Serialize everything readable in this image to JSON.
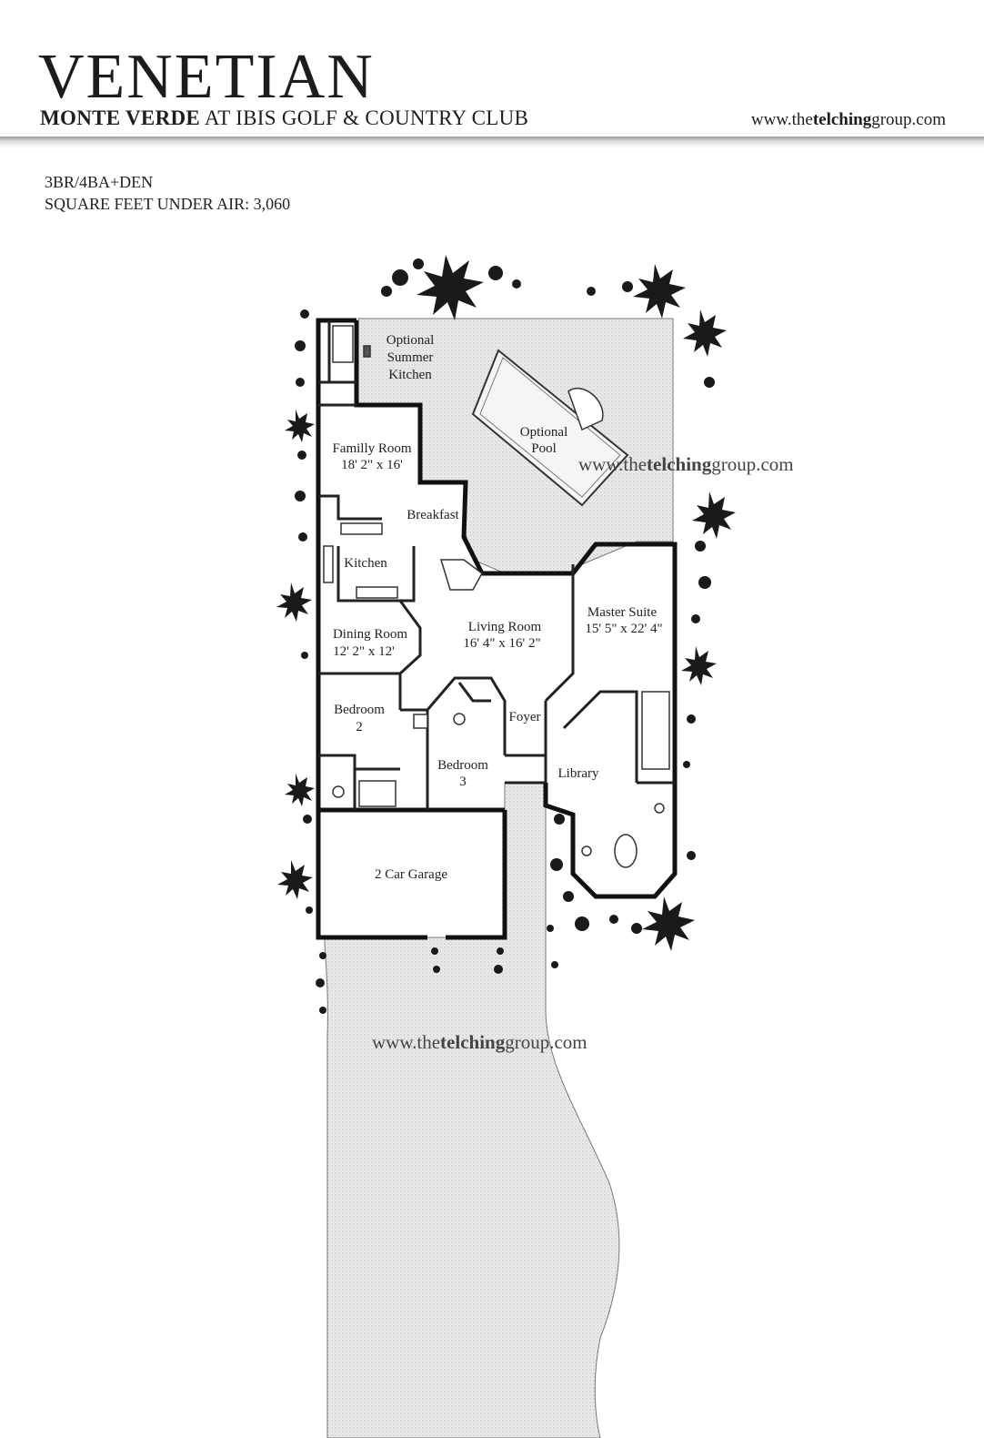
{
  "header": {
    "title": "VENETIAN",
    "subtitle_bold": "MONTE VERDE",
    "subtitle_rest": " AT IBIS GOLF & COUNTRY CLUB",
    "website_prefix": "www.the",
    "website_bold": "telching",
    "website_suffix": "group.com"
  },
  "specs": {
    "beds_baths": "3BR/4BA+DEN",
    "square_feet": "SQUARE FEET UNDER AIR: 3,060"
  },
  "floorplan": {
    "rooms": {
      "summer_kitchen": [
        "Optional",
        "Summer",
        "Kitchen"
      ],
      "pool": [
        "Optional",
        "Pool"
      ],
      "family_room": [
        "Familly Room",
        "18' 2\" x 16'"
      ],
      "breakfast": "Breakfast",
      "kitchen": "Kitchen",
      "dining_room": [
        "Dining Room",
        "12' 2\" x 12'"
      ],
      "living_room": [
        "Living Room",
        "16' 4\" x 16' 2\""
      ],
      "master_suite": [
        "Master Suite",
        "15' 5\" x 22' 4\""
      ],
      "bedroom_2": [
        "Bedroom",
        "2"
      ],
      "foyer": "Foyer",
      "bedroom_3": [
        "Bedroom",
        "3"
      ],
      "library": "Library",
      "garage": "2 Car Garage"
    },
    "watermark_prefix": "www.the",
    "watermark_bold": "telching",
    "watermark_suffix": "group.com"
  }
}
